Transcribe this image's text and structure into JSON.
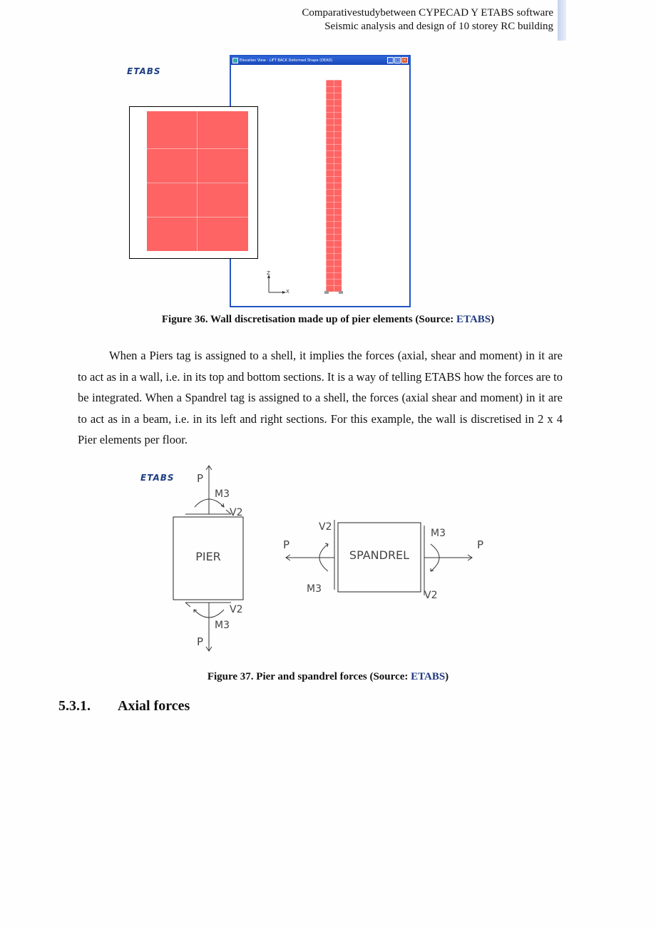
{
  "header": {
    "line1": "Comparativestudybetween CYPECAD Y ETABS software",
    "line2": "Seismic analysis and design of 10 storey RC building"
  },
  "figure36": {
    "logo": "ETABS",
    "window_title": "Elevation View - LIFT BACK Deformed Shape (DEAD)",
    "axis_z": "Z",
    "axis_x": "X",
    "caption_prefix": "Figure 36. Wall discretisation made up of pier elements (Source: ",
    "caption_source": "ETABS",
    "caption_suffix": ")"
  },
  "paragraph": "When a Piers tag is assigned to a shell, it implies the forces (axial, shear and moment) in it are to act as in a wall, i.e. in its top and bottom sections. It is a way of telling ETABS how the forces are to be integrated. When a Spandrel tag is assigned to a shell, the forces (axial shear and moment) in it are to act as in a beam, i.e. in its left and right sections. For this example, the wall is discretised in 2 x 4 Pier elements per floor.",
  "figure37": {
    "logo": "ETABS",
    "pier_label": "PIER",
    "spandrel_label": "SPANDREL",
    "p": "P",
    "m3": "M3",
    "v2": "V2",
    "caption_prefix": "Figure 37. Pier and spandrel forces (Source: ",
    "caption_source": "ETABS",
    "caption_suffix": ")"
  },
  "section": {
    "number": "5.3.1.",
    "title": "Axial forces"
  }
}
